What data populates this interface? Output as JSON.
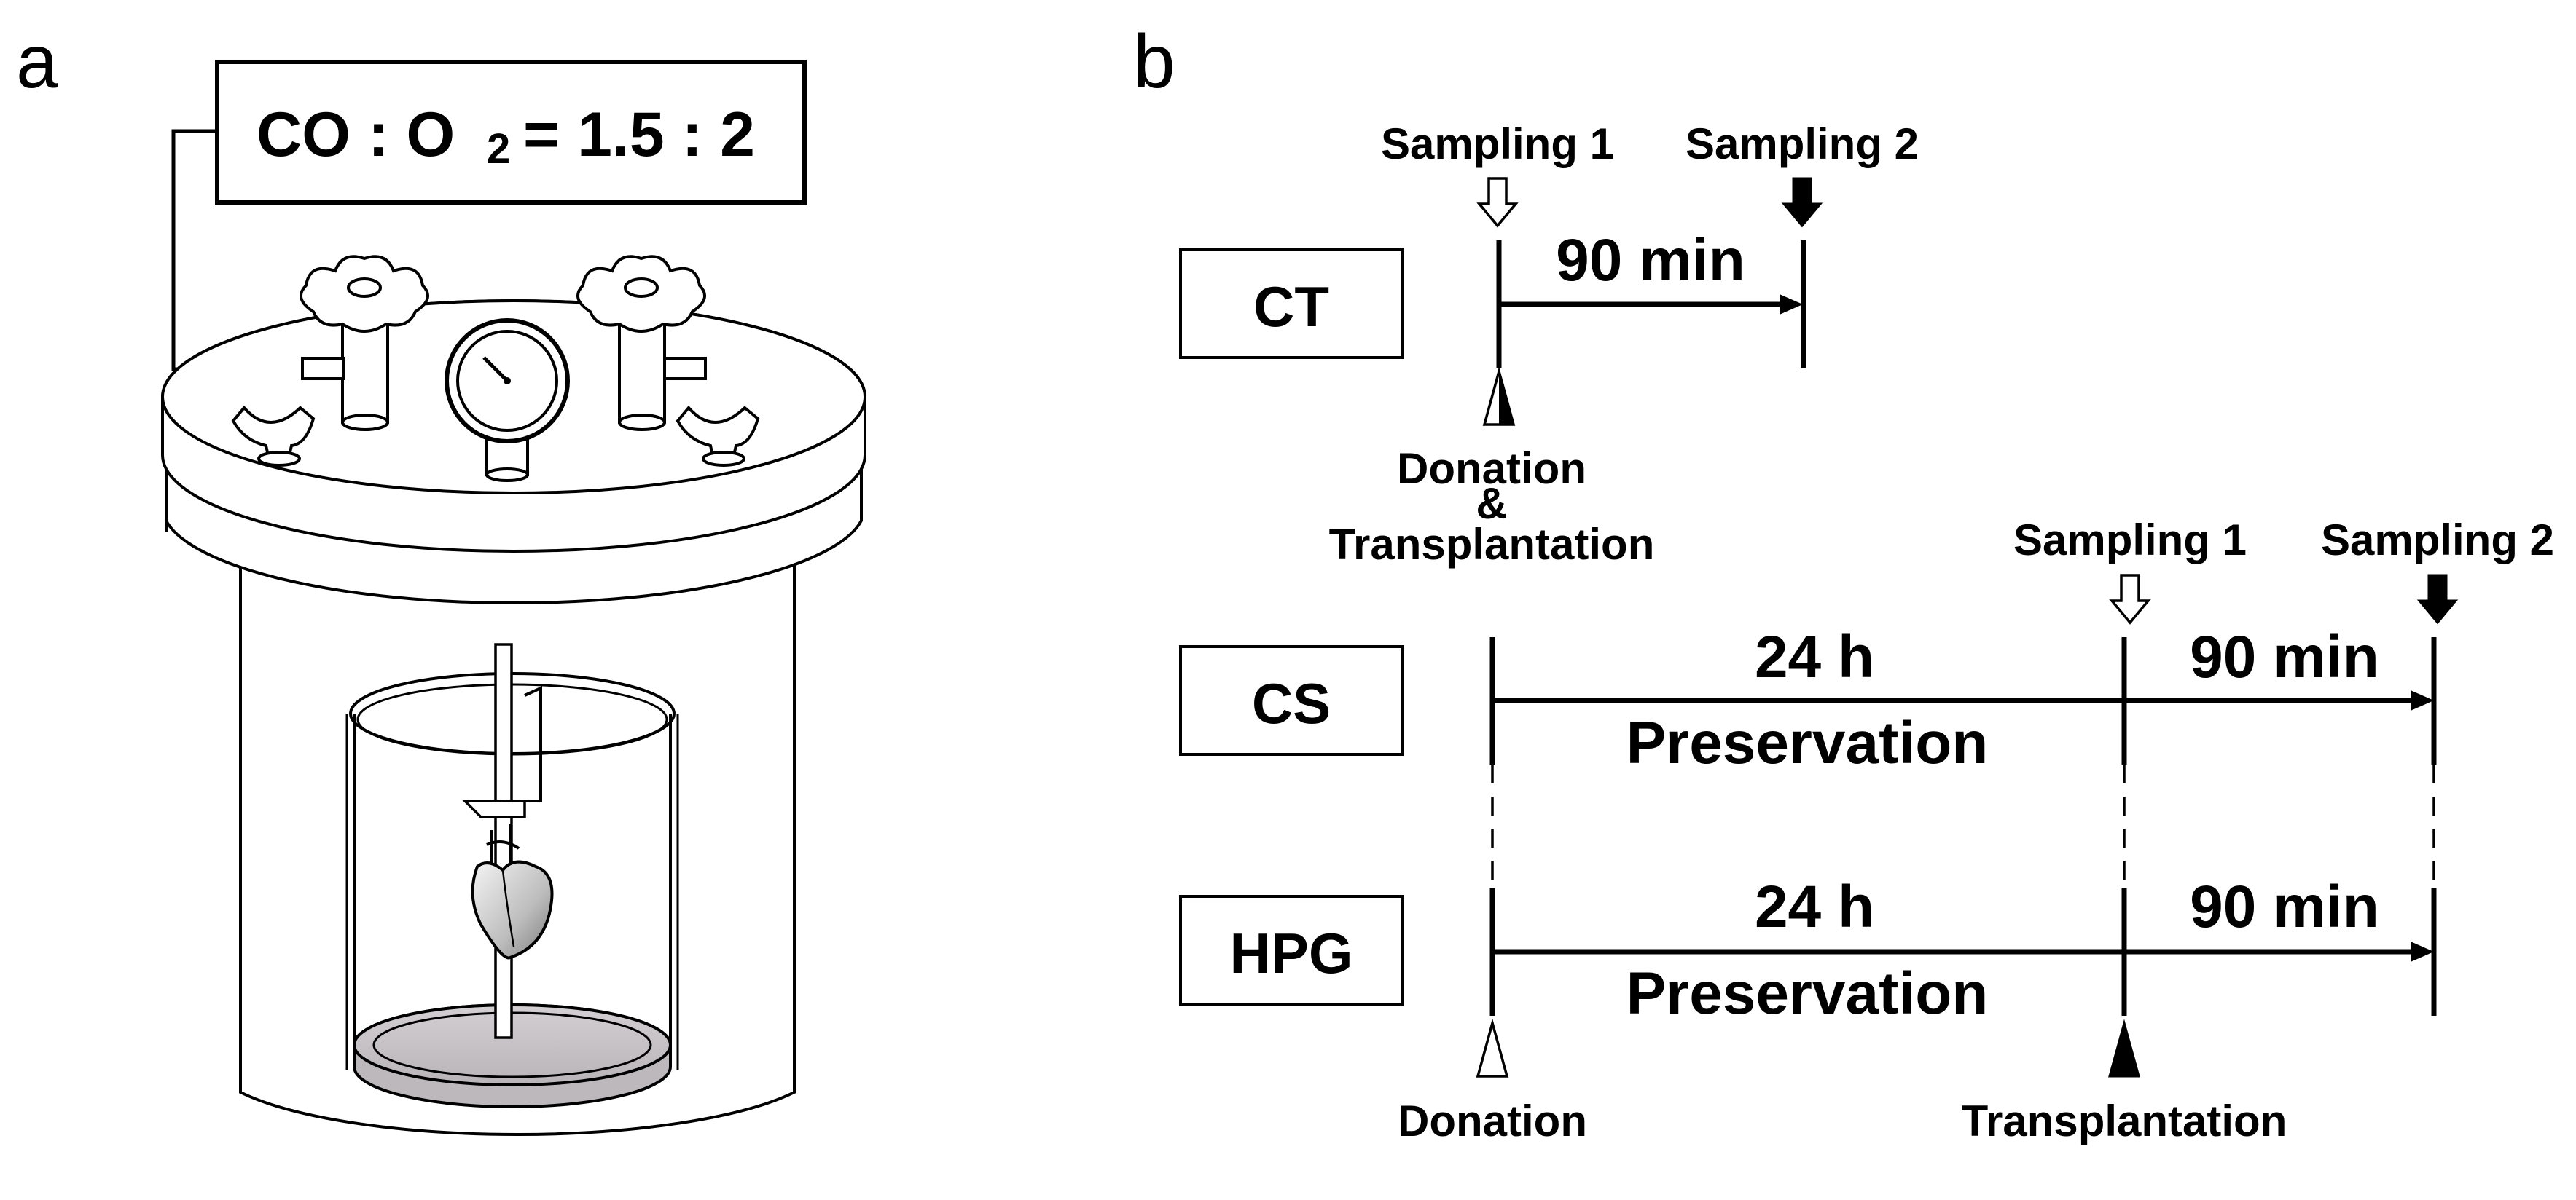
{
  "panel_a": {
    "letter": "a",
    "gas_ratio": {
      "part1": "CO : O",
      "subscript": "2",
      "part2": "= 1.5 : 2"
    }
  },
  "panel_b": {
    "letter": "b",
    "rows": [
      {
        "group": "CT"
      },
      {
        "group": "CS"
      },
      {
        "group": "HPG"
      }
    ],
    "ct": {
      "sampling1": "Sampling 1",
      "sampling2": "Sampling 2",
      "duration": "90 min",
      "event_line1": "Donation",
      "event_line2": "&",
      "event_line3": "Transplantation"
    },
    "cs": {
      "sampling1": "Sampling 1",
      "sampling2": "Sampling 2",
      "duration1": "24 h",
      "phase": "Preservation",
      "duration2": "90 min"
    },
    "hpg": {
      "duration1": "24 h",
      "phase": "Preservation",
      "duration2": "90 min",
      "event_start": "Donation",
      "event_mid": "Transplantation"
    }
  },
  "colors": {
    "ink": "#000000",
    "liquid": "#c9c4c8",
    "open_marker": "#ffffff",
    "filled_marker": "#000000"
  }
}
